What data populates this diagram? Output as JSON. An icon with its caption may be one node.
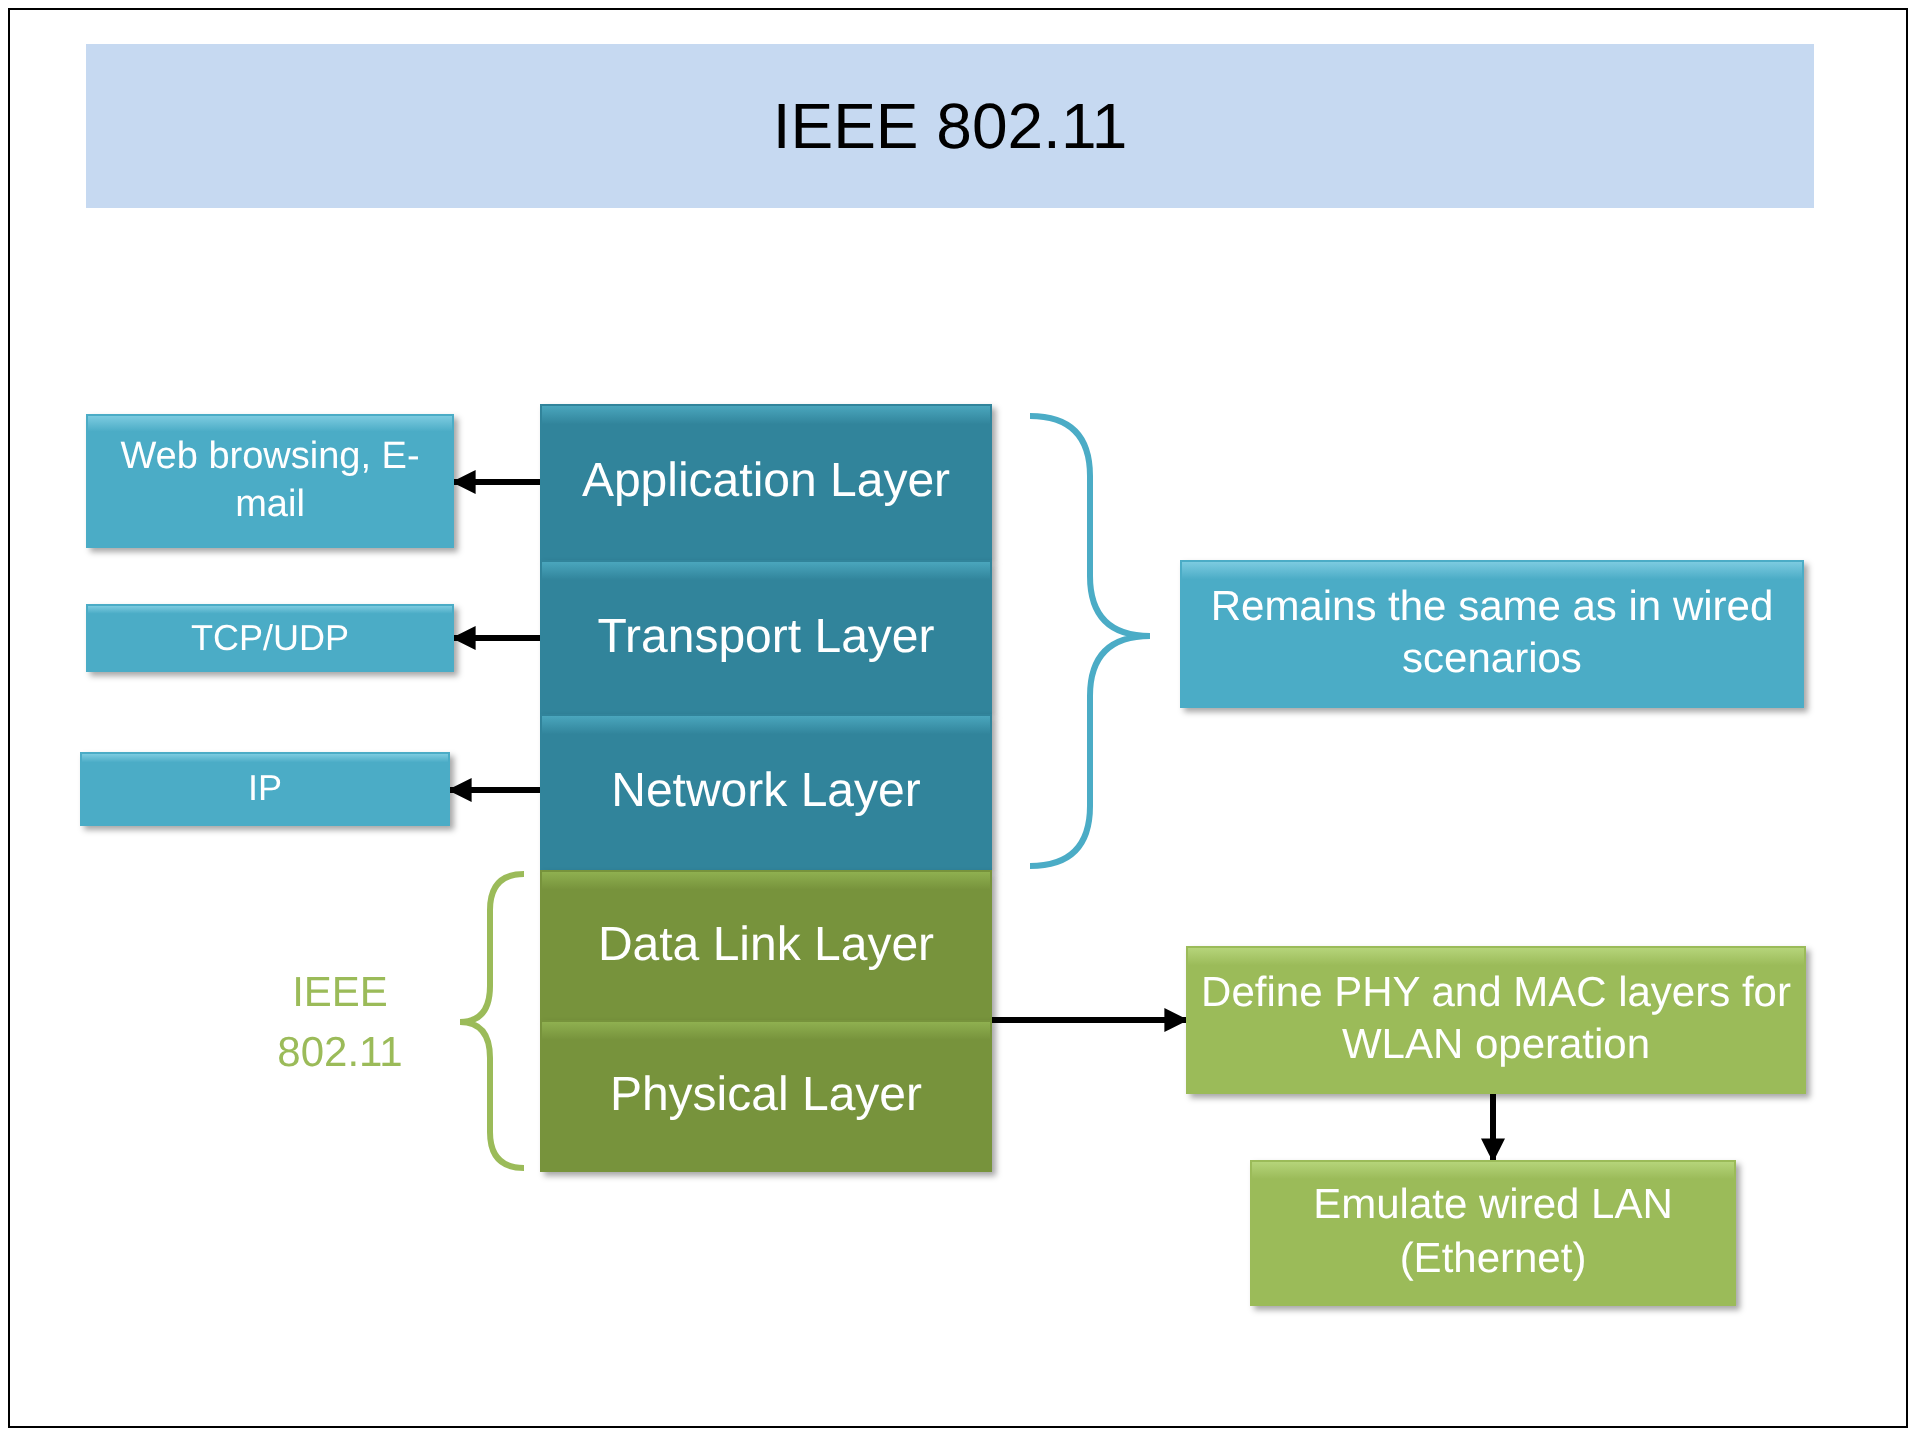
{
  "diagram": {
    "title": "IEEE 802.11",
    "nodes": [
      {
        "text": [
          "Application Layer"
        ]
      },
      {
        "text": [
          "Transport Layer"
        ]
      },
      {
        "text": [
          "Network Layer"
        ]
      },
      {
        "text": [
          "Data Link Layer"
        ]
      },
      {
        "text": [
          "Physical Layer"
        ]
      },
      {
        "text": [
          "Web browsing, E-mail"
        ]
      },
      {
        "text": [
          "TCP/UDP"
        ]
      },
      {
        "text": [
          "IP"
        ]
      },
      {
        "text": [
          "Remains the same as in wired scenarios"
        ]
      },
      {
        "text": [
          "Define PHY and MAC layers for WLAN operation"
        ]
      },
      {
        "text": [
          "Emulate wired LAN (Ethernet)"
        ]
      }
    ],
    "edges": [
      {
        "from": 0,
        "to": 5,
        "arrow": "to"
      },
      {
        "from": 1,
        "to": 6,
        "arrow": "to"
      },
      {
        "from": 2,
        "to": 7,
        "arrow": "to"
      },
      {
        "from": 3,
        "to": 9,
        "arrow": "to"
      },
      {
        "from": 4,
        "to": 9,
        "arrow": "to"
      },
      {
        "from": 9,
        "to": 10,
        "arrow": "to"
      }
    ],
    "labels": [
      "IEEE 802.11"
    ]
  }
}
